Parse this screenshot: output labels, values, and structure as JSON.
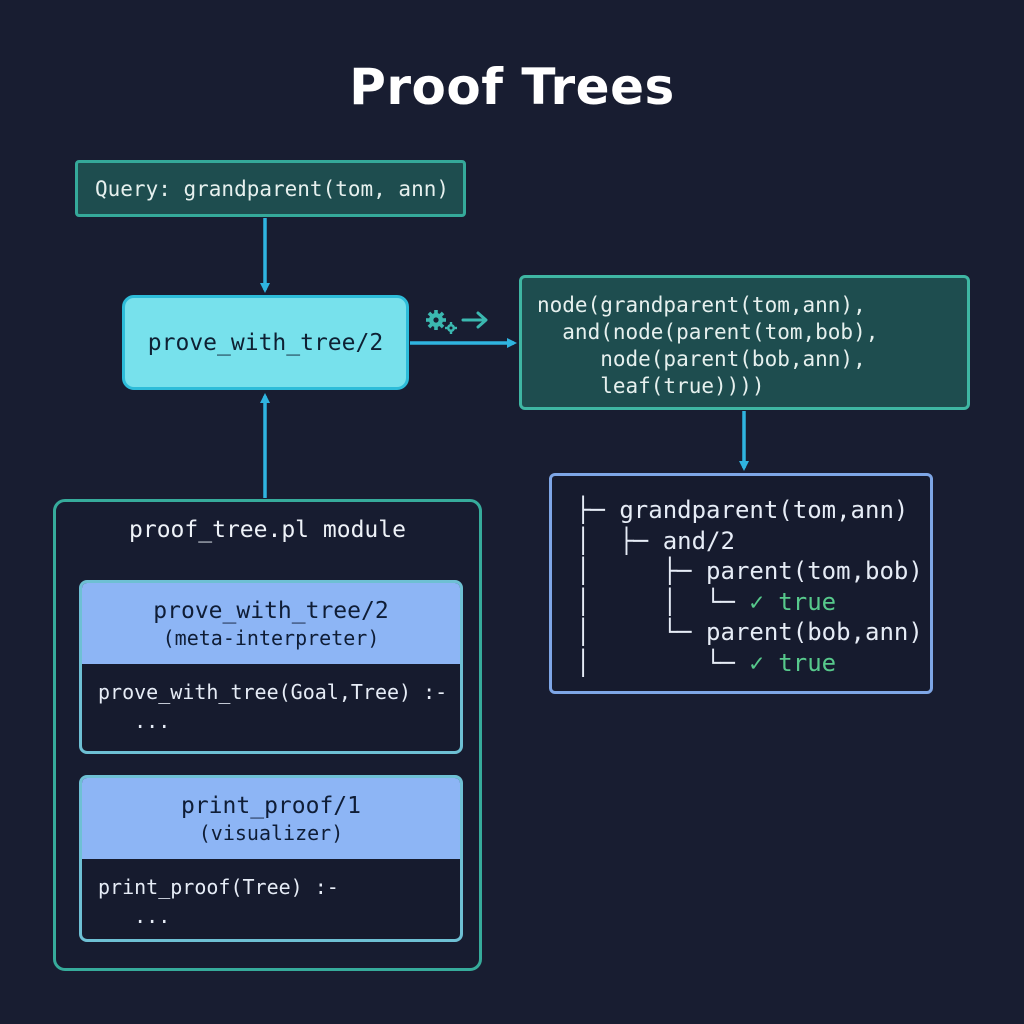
{
  "title": "Proof Trees",
  "query": "Query: grandparent(tom, ann)",
  "prove_node": "prove_with_tree/2",
  "result_lines": [
    "node(grandparent(tom,ann),",
    "  and(node(parent(tom,bob),",
    "     node(parent(bob,ann),",
    "     leaf(true))))"
  ],
  "tree_rows": [
    {
      "prefix": "├─ ",
      "label": "grandparent(tom,ann)",
      "check": "",
      "value": ""
    },
    {
      "prefix": "│  ├─ ",
      "label": "and/2",
      "check": "",
      "value": ""
    },
    {
      "prefix": "│     ├─ ",
      "label": "parent(tom,bob)",
      "check": "",
      "value": ""
    },
    {
      "prefix": "│     │  └─ ",
      "label": "",
      "check": "✓",
      "value": "true"
    },
    {
      "prefix": "│     └─ ",
      "label": "parent(bob,ann)",
      "check": "",
      "value": ""
    },
    {
      "prefix": "│        └─ ",
      "label": "",
      "check": "✓",
      "value": "true"
    }
  ],
  "module": {
    "title": "proof_tree.pl module",
    "predicates": [
      {
        "name": "prove_with_tree/2",
        "role": "(meta-interpreter)",
        "code": [
          "prove_with_tree(Goal,Tree) :-",
          "   ..."
        ]
      },
      {
        "name": "print_proof/1",
        "role": "(visualizer)",
        "code": [
          "print_proof(Tree) :-",
          "   ..."
        ]
      }
    ]
  },
  "icons": {
    "transform": "gears-arrow-icon"
  },
  "colors": {
    "background": "#181d31",
    "teal_box": "#1e4d4f",
    "teal_border": "#35a99a",
    "cyan_node": "#77e1ec",
    "arrow": "#2fb4e0",
    "pred_header": "#8db5f5",
    "check": "#57c98c"
  }
}
